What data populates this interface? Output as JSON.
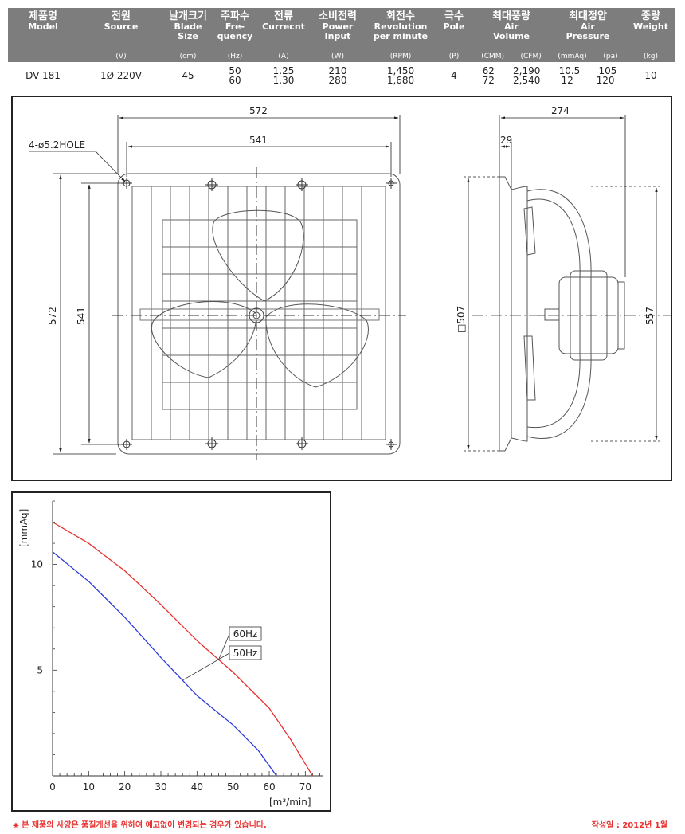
{
  "spec_table": {
    "headers": {
      "model": {
        "ko": "제품명",
        "en": [
          "Model"
        ],
        "unit": ""
      },
      "source": {
        "ko": "전원",
        "en": [
          "Source"
        ],
        "unit": "(V)"
      },
      "blade": {
        "ko": "날개크기",
        "en": [
          "Blade",
          "Size"
        ],
        "unit": "(cm)"
      },
      "freq": {
        "ko": "주파수",
        "en": [
          "Fre-",
          "quency"
        ],
        "unit": "(Hz)"
      },
      "current": {
        "ko": "전류",
        "en": [
          "Currecnt"
        ],
        "unit": "(A)"
      },
      "power": {
        "ko": "소비전력",
        "en": [
          "Power",
          "Input"
        ],
        "unit": "(W)"
      },
      "rev": {
        "ko": "회전수",
        "en": [
          "Revolution",
          "per minute"
        ],
        "unit": "(RPM)"
      },
      "pole": {
        "ko": "극수",
        "en": [
          "Pole"
        ],
        "unit": "(P)"
      },
      "air": {
        "ko": "최대풍량",
        "en": [
          "Air",
          "Volume"
        ],
        "unit_a": "(CMM)",
        "unit_b": "(CFM)"
      },
      "pres": {
        "ko": "최대정압",
        "en": [
          "Air",
          "Pressure"
        ],
        "unit_a": "(mmAq)",
        "unit_b": "(pa)"
      },
      "weight": {
        "ko": "중량",
        "en": [
          "Weight"
        ],
        "unit": "(kg)"
      }
    },
    "row": {
      "model": "DV-181",
      "source": "1Ø 220V",
      "blade": "45",
      "freq": [
        "50",
        "60"
      ],
      "current": [
        "1.25",
        "1.30"
      ],
      "power": [
        "210",
        "280"
      ],
      "rev": [
        "1,450",
        "1,680"
      ],
      "pole": "4",
      "air_cmm": [
        "62",
        "72"
      ],
      "air_cfm": [
        "2,190",
        "2,540"
      ],
      "pres_mmaq": [
        "10.5",
        "12"
      ],
      "pres_pa": [
        "105",
        "120"
      ],
      "weight": "10"
    }
  },
  "drawing": {
    "front": {
      "hole_label": "4-ø5.2HOLE",
      "width_outer": "572",
      "width_inner": "541",
      "height_outer": "572",
      "height_inner": "541"
    },
    "side": {
      "depth": "274",
      "flange": "29",
      "square": "□507",
      "height": "557"
    }
  },
  "chart_data": {
    "type": "line",
    "ylabel": "[mmAq]",
    "xlabel": "[m³/min]",
    "xlim": [
      0,
      75
    ],
    "ylim": [
      0,
      13
    ],
    "xticks": [
      0,
      10,
      20,
      30,
      40,
      50,
      60,
      70
    ],
    "yticks": [
      5,
      10
    ],
    "series": [
      {
        "name": "60Hz",
        "color": "#e8312f",
        "points": [
          [
            0,
            12
          ],
          [
            10,
            11
          ],
          [
            20,
            9.7
          ],
          [
            30,
            8.1
          ],
          [
            40,
            6.4
          ],
          [
            50,
            4.9
          ],
          [
            60,
            3.2
          ],
          [
            66,
            1.7
          ],
          [
            72,
            0
          ]
        ]
      },
      {
        "name": "50Hz",
        "color": "#2b3ae0",
        "points": [
          [
            0,
            10.6
          ],
          [
            10,
            9.2
          ],
          [
            20,
            7.5
          ],
          [
            30,
            5.6
          ],
          [
            40,
            3.8
          ],
          [
            50,
            2.4
          ],
          [
            57,
            1.2
          ],
          [
            62,
            0
          ]
        ]
      }
    ]
  },
  "footer": {
    "note": "◈ 본 제품의 사양은 품질개선을 위하여 예고없이 변경되는 경우가 있습니다.",
    "date": "작성일 : 2012년 1월"
  }
}
